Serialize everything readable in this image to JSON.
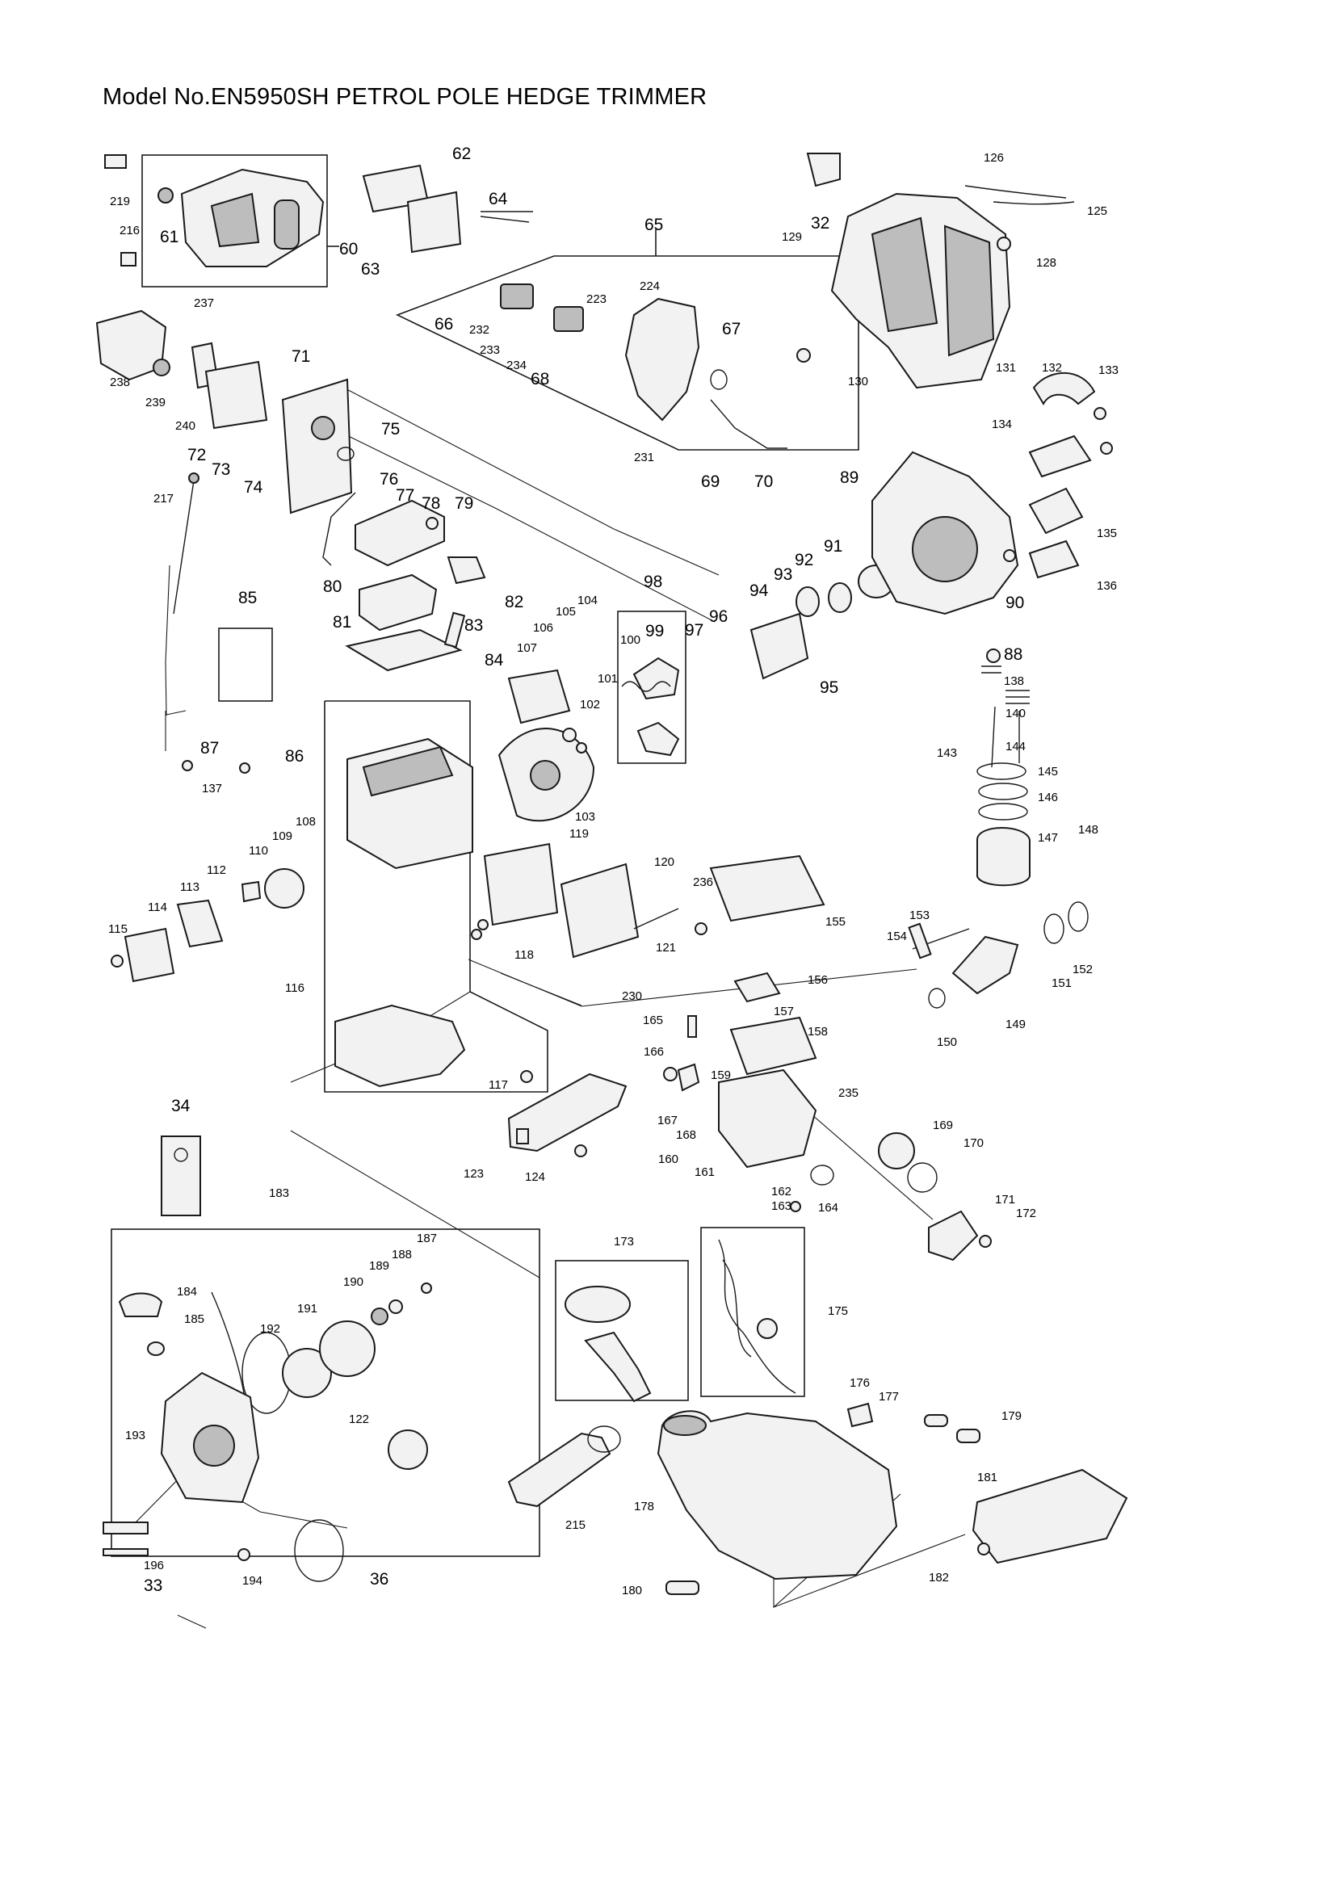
{
  "header": {
    "title": "Model No.EN5950SH PETROL POLE HEDGE TRIMMER"
  },
  "diagram": {
    "callouts": [
      "219",
      "216",
      "61",
      "60",
      "62",
      "63",
      "64",
      "65",
      "32",
      "126",
      "125",
      "129",
      "128",
      "237",
      "238",
      "239",
      "240",
      "71",
      "66",
      "232",
      "233",
      "234",
      "68",
      "223",
      "224",
      "67",
      "231",
      "69",
      "70",
      "130",
      "131",
      "132",
      "133",
      "134",
      "72",
      "73",
      "74",
      "75",
      "76",
      "77",
      "78",
      "79",
      "217",
      "89",
      "135",
      "136",
      "90",
      "80",
      "81",
      "82",
      "83",
      "84",
      "85",
      "98",
      "99",
      "100",
      "101",
      "102",
      "104",
      "105",
      "106",
      "107",
      "97",
      "96",
      "94",
      "93",
      "92",
      "91",
      "95",
      "88",
      "138",
      "140",
      "143",
      "144",
      "145",
      "146",
      "147",
      "148",
      "86",
      "87",
      "137",
      "103",
      "119",
      "108",
      "109",
      "110",
      "112",
      "113",
      "114",
      "115",
      "116",
      "118",
      "120",
      "236",
      "121",
      "155",
      "153",
      "154",
      "151",
      "152",
      "149",
      "150",
      "230",
      "156",
      "157",
      "158",
      "165",
      "166",
      "167",
      "168",
      "159",
      "235",
      "117",
      "123",
      "124",
      "160",
      "161",
      "162",
      "163",
      "164",
      "169",
      "170",
      "171",
      "172",
      "34",
      "183",
      "173",
      "175",
      "184",
      "185",
      "187",
      "188",
      "189",
      "190",
      "191",
      "192",
      "193",
      "122",
      "176",
      "177",
      "179",
      "178",
      "215",
      "181",
      "180",
      "182",
      "196",
      "33",
      "194",
      "36"
    ]
  }
}
